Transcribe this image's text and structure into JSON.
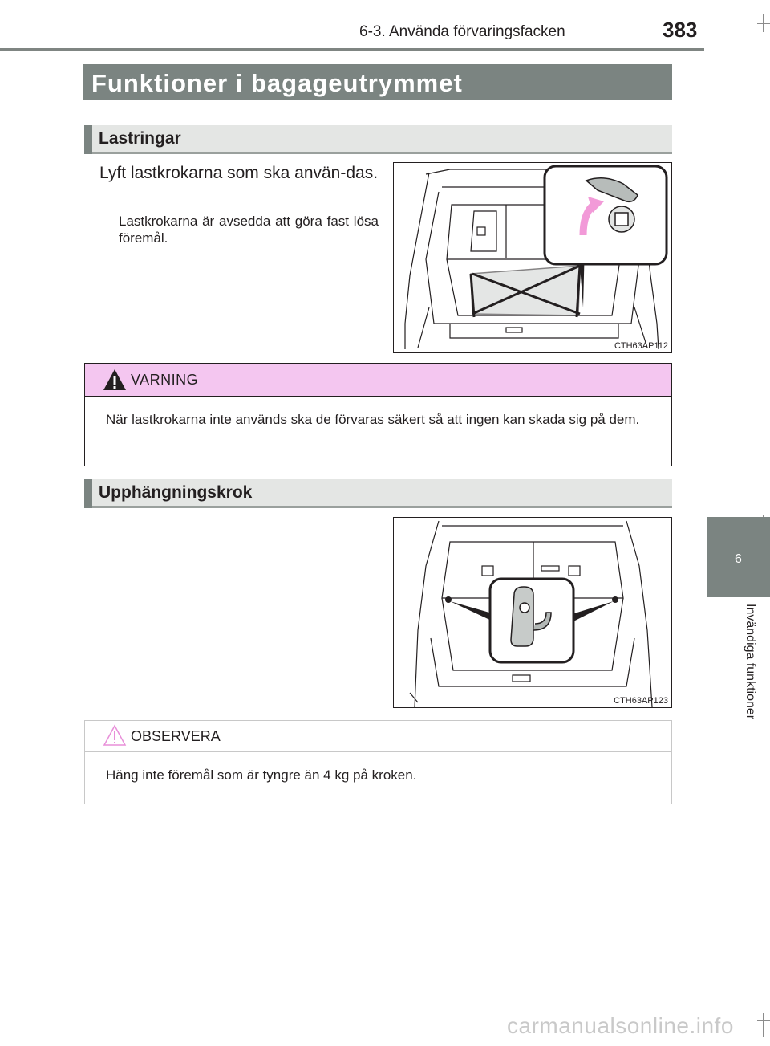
{
  "header": {
    "section": "6-3. Använda förvaringsfacken",
    "page_number": "383"
  },
  "side_tab": {
    "number": "6",
    "label": "Invändiga funktioner"
  },
  "title": "Funktioner i bagageutrymmet",
  "lastringar": {
    "heading": "Lastringar",
    "lead": "Lyft lastkrokarna som ska använ-das.",
    "note": "Lastkrokarna är avsedda att göra fast lösa föremål.",
    "figure_code": "CTH63AP112"
  },
  "warning": {
    "label": "VARNING",
    "text": "När lastkrokarna inte används ska de förvaras säkert så att ingen kan skada sig på dem."
  },
  "upphangningskrok": {
    "heading": "Upphängningskrok",
    "figure_code": "CTH63AP123"
  },
  "notice": {
    "label": "OBSERVERA",
    "text": "Häng inte föremål som är tyngre än 4 kg på kroken."
  },
  "watermark": "carmanualsonline.info",
  "colors": {
    "title_bar": "#7b8481",
    "subheader_bg": "#e4e6e4",
    "warning_header": "#f4c6f0",
    "warning_triangle": "#231f20",
    "notice_triangle": "#e88fd9",
    "arrow": "#f29ad8"
  }
}
